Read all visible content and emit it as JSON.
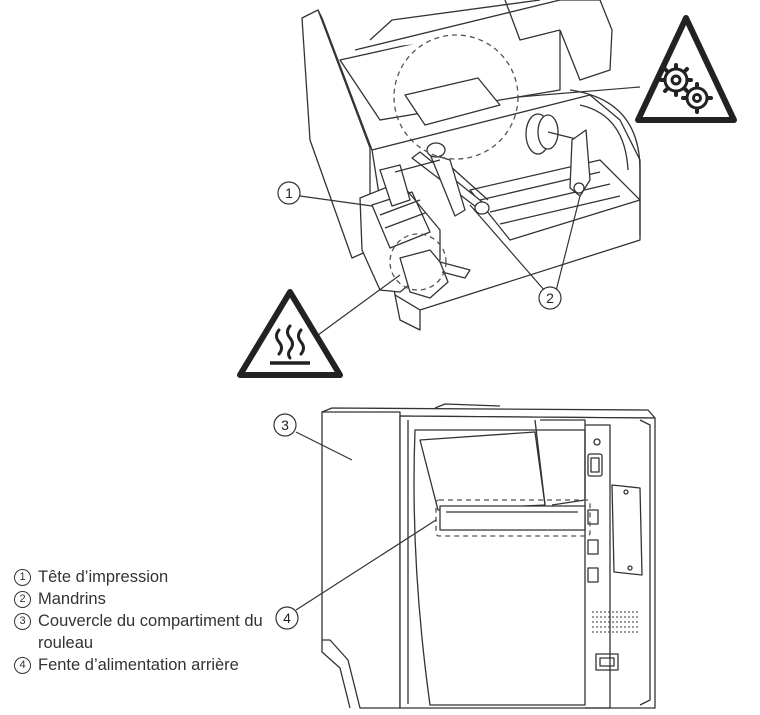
{
  "callouts": {
    "print_head": "1",
    "spindles": "2",
    "roll_cover": "3",
    "rear_feed_slot": "4"
  },
  "legend": [
    {
      "num": "1",
      "text": "Tête d’impression"
    },
    {
      "num": "2",
      "text": "Mandrins"
    },
    {
      "num": "3",
      "text": "Couvercle du compartiment du rouleau"
    },
    {
      "num": "4",
      "text": "Fente d’alimentation arrière"
    }
  ],
  "icons": {
    "gear_warning": "gear-warning-icon",
    "hot_surface_warning": "hot-surface-warning-icon"
  },
  "colors": {
    "line": "#333333",
    "warning_fill": "#ffffff",
    "warning_border": "#222222",
    "dashed_highlight": "#555555"
  }
}
